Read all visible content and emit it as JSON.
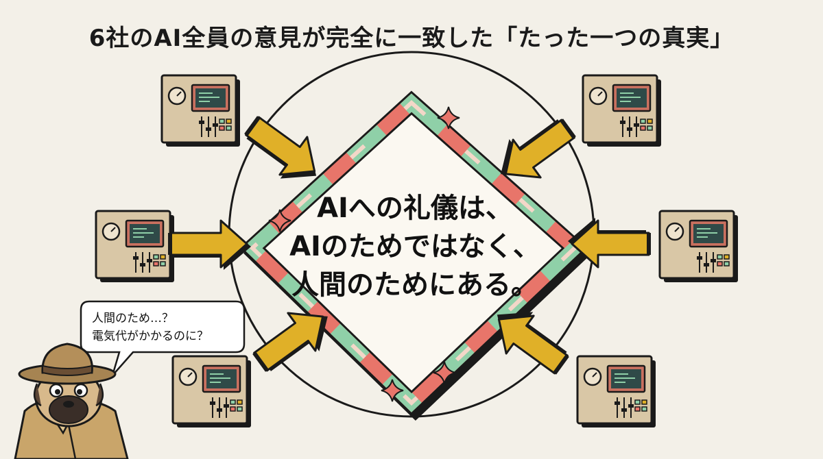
{
  "title": "6社のAI全員の意見が完全に一致した「たった一つの真実」",
  "center_message": {
    "line1": "AIへの礼儀は、",
    "line2": "AIのためではなく、",
    "line3": "人間のためにある。"
  },
  "speech_bubble": {
    "line1": "人間のため…？",
    "line2": "電気代がかかるのに？"
  },
  "colors": {
    "background": "#f3f0e8",
    "arrow": "#e0b028",
    "diamond_red": "#e8756a",
    "diamond_green": "#8fd0a8",
    "machine_body": "#d9c7a6",
    "screen": "#2f4a48"
  },
  "icons": [
    "ai-machine-icon",
    "arrow-icon",
    "sparkle-icon",
    "pug-detective-icon"
  ]
}
